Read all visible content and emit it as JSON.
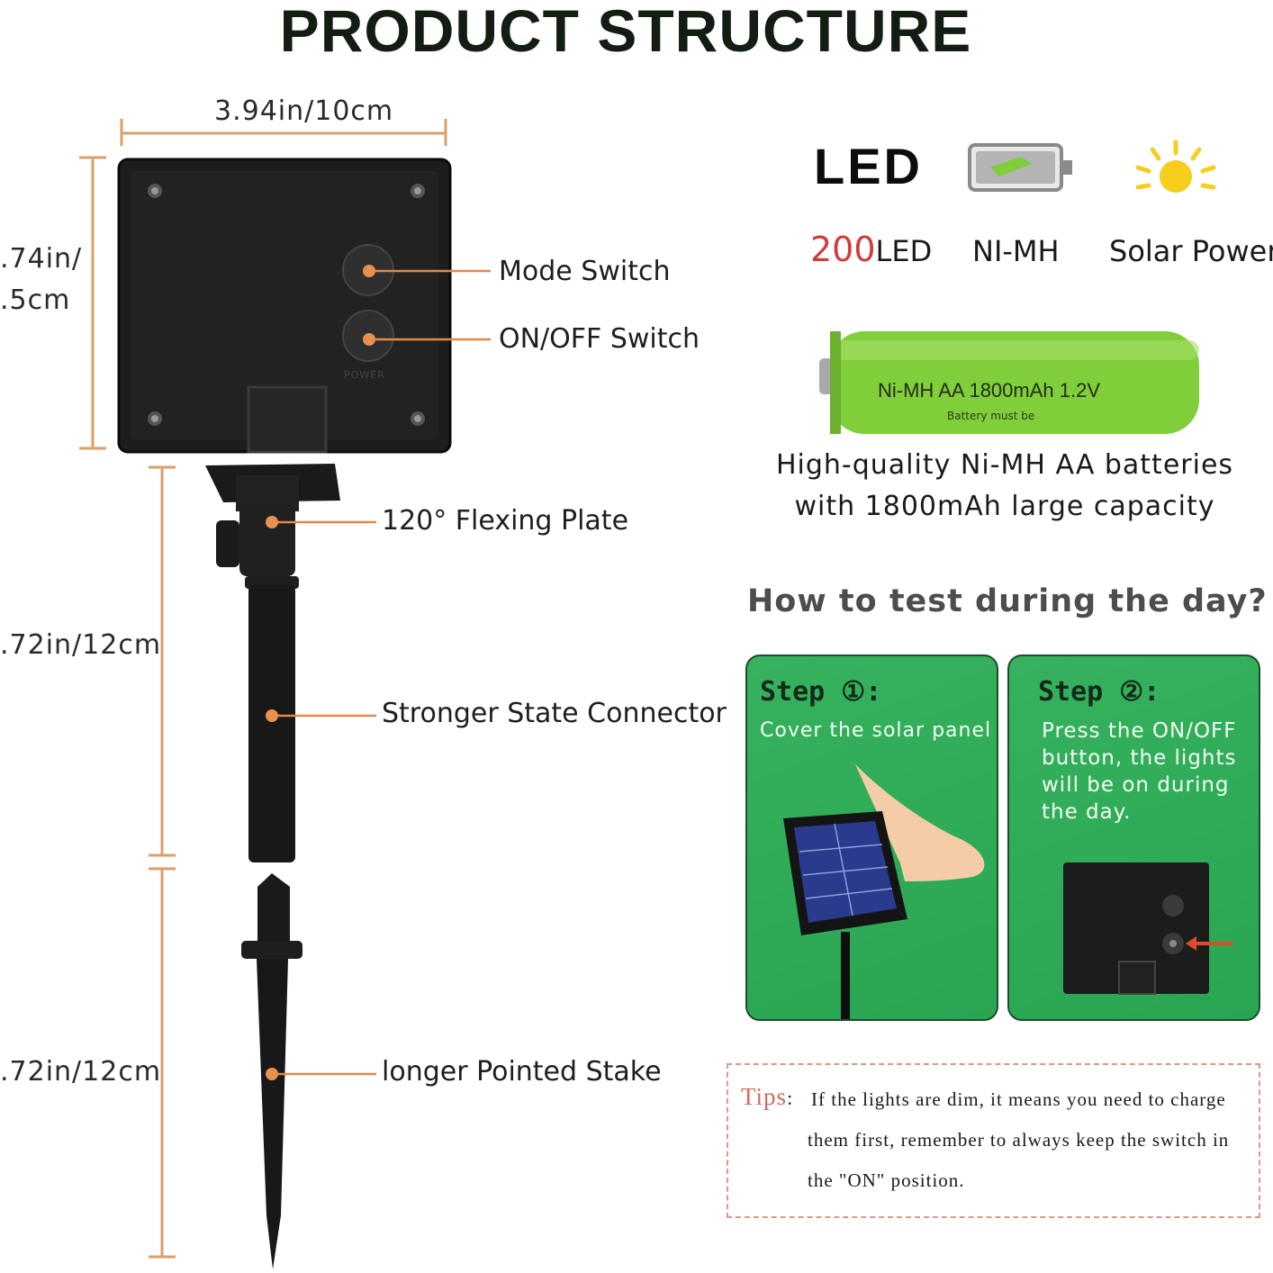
{
  "title": "PRODUCT STRUCTURE",
  "dimensions": {
    "width": "3.94in/10cm",
    "height_line1": ".74in/",
    "height_line2": ".5cm",
    "connector_length": ".72in/12cm",
    "stake_length": ".72in/12cm"
  },
  "callouts": {
    "mode_switch": "Mode Switch",
    "onoff_switch": "ON/OFF Switch",
    "flexing_plate": "120°  Flexing Plate",
    "connector": "Stronger State Connector",
    "stake": "longer Pointed Stake"
  },
  "panel_labels": {
    "power": "POWER"
  },
  "features": {
    "led_heading": "LED",
    "led_count": "200",
    "led_suffix": "LED",
    "battery_label": "NI-MH",
    "solar_label": "Solar Power"
  },
  "battery": {
    "print_main": "Ni-MH  AA 1800mAh 1.2V",
    "print_small": "Battery must be"
  },
  "battery_description": {
    "line1": "High-quality Ni-MH AA batteries",
    "line2": "with 1800mAh large capacity"
  },
  "howto": {
    "heading": "How to test during the day?",
    "step1_title": "Step ①:",
    "step1_text": "Cover the solar panel",
    "step2_title": "Step ②:",
    "step2_text": "Press the ON/OFF button, the lights will be on during the day."
  },
  "tips": {
    "label": "Tips",
    "text": "If the lights are dim, it means you need to charge them first, remember to always keep the switch in the \"ON\" position."
  },
  "colors": {
    "accent_orange": "#e0894a",
    "led_count_red": "#d43a3a",
    "step_green": "#2fab57",
    "battery_green": "#7fce3a",
    "sun_yellow": "#f5cf1c"
  }
}
